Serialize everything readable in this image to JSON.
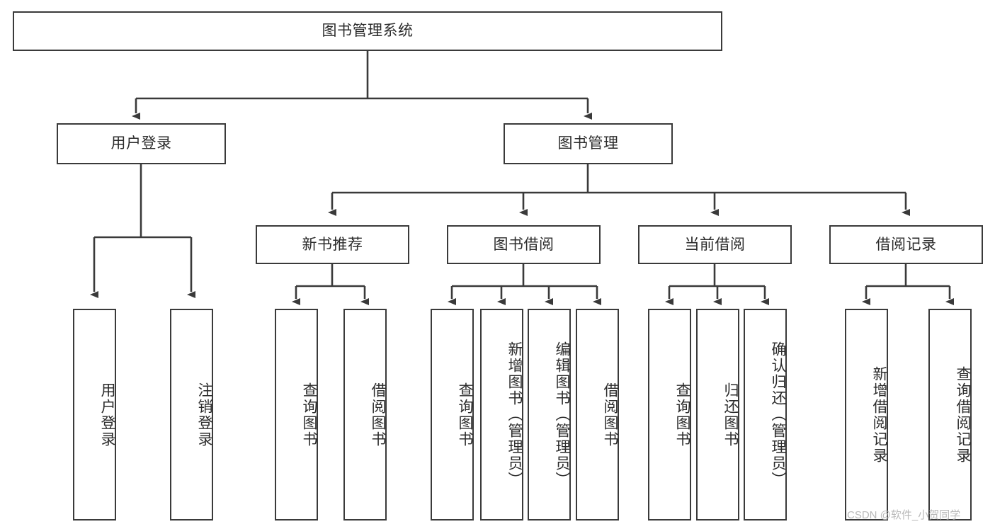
{
  "diagram": {
    "type": "tree-hierarchy",
    "title": "图书管理系统",
    "watermark": "CSDN @软件_小贺同学",
    "colors": {
      "stroke": "#3a3a3a",
      "fill": "#ffffff",
      "text": "#2b2b2b",
      "watermark": "#b9b9b9"
    },
    "nodes": {
      "root": {
        "label": "图书管理系统",
        "level": 0,
        "orientation": "horizontal"
      },
      "l1": [
        {
          "id": "user-login",
          "label": "用户登录",
          "level": 1,
          "orientation": "horizontal"
        },
        {
          "id": "book-manage",
          "label": "图书管理",
          "level": 1,
          "orientation": "horizontal"
        }
      ],
      "l2": [
        {
          "id": "new-book-recommend",
          "label": "新书推荐",
          "level": 2,
          "orientation": "horizontal"
        },
        {
          "id": "book-borrow",
          "label": "图书借阅",
          "level": 2,
          "orientation": "horizontal"
        },
        {
          "id": "current-borrow",
          "label": "当前借阅",
          "level": 2,
          "orientation": "horizontal"
        },
        {
          "id": "borrow-record",
          "label": "借阅记录",
          "level": 2,
          "orientation": "horizontal"
        }
      ],
      "leaves": [
        {
          "id": "leaf-user-login",
          "label": "用户登录",
          "parent": "user-login",
          "orientation": "vertical"
        },
        {
          "id": "leaf-logout-login",
          "label": "注销登录",
          "parent": "user-login",
          "orientation": "vertical"
        },
        {
          "id": "leaf-query-book-1",
          "label": "查询图书",
          "parent": "new-book-recommend",
          "orientation": "vertical"
        },
        {
          "id": "leaf-borrow-book-1",
          "label": "借阅图书",
          "parent": "new-book-recommend",
          "orientation": "vertical"
        },
        {
          "id": "leaf-query-book-2",
          "label": "查询图书",
          "parent": "book-borrow",
          "orientation": "vertical"
        },
        {
          "id": "leaf-add-book",
          "label": "新增图书（管理员）",
          "parent": "book-borrow",
          "orientation": "vertical"
        },
        {
          "id": "leaf-edit-book",
          "label": "编辑图书（管理员）",
          "parent": "book-borrow",
          "orientation": "vertical"
        },
        {
          "id": "leaf-borrow-book-2",
          "label": "借阅图书",
          "parent": "book-borrow",
          "orientation": "vertical"
        },
        {
          "id": "leaf-query-book-3",
          "label": "查询图书",
          "parent": "current-borrow",
          "orientation": "vertical"
        },
        {
          "id": "leaf-return-book",
          "label": "归还图书",
          "parent": "current-borrow",
          "orientation": "vertical"
        },
        {
          "id": "leaf-confirm-return",
          "label": "确认归还（管理员）",
          "parent": "current-borrow",
          "orientation": "vertical"
        },
        {
          "id": "leaf-add-record",
          "label": "新增借阅记录",
          "parent": "borrow-record",
          "orientation": "vertical"
        },
        {
          "id": "leaf-query-record",
          "label": "查询借阅记录",
          "parent": "borrow-record",
          "orientation": "vertical"
        }
      ]
    }
  }
}
